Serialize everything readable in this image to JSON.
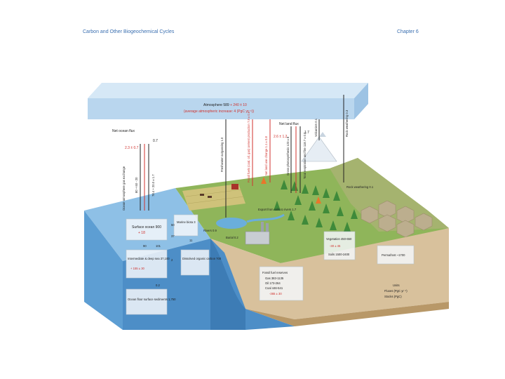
{
  "header": {
    "left": "Carbon and Other Biogeochemical Cycles",
    "right": "Chapter 6"
  },
  "atmosphere": {
    "line1": "Atmosphere 589",
    "line1_red": "+ 240 ± 10",
    "line2": "(average atmospheric increase: 4 (PgC yr⁻¹))"
  },
  "fluxes": {
    "net_ocean_flux": "Net ocean flux",
    "ocean_red": "2.3 ± 0.7",
    "ocean_black": "0.7",
    "ocean_atm_gas": "Ocean-atmosphere gas exchange",
    "ocean_up": "80 + 60 - 20",
    "ocean_down": "78.4 + 20.0 ± 1.7",
    "freshwater_outgassing": "Freshwater outgassing 1.0",
    "fossil_fuels": "Fossil fuels (coal, oil, gas) cement production 7.8 ± 0.6",
    "net_land_use": "Net land use change 1.1 ± 0.8",
    "net_land_flux": "Net land flux",
    "land_red": "2.6 ± 1.2",
    "land_black": "1.7",
    "gross_photosynthesis": "Gross photosynthesis 123 ± 8",
    "total_respiration": "Total respiration and fire 118.7 ± 0.0",
    "volcanism": "Volcanism 0.1",
    "rock_weathering": "Rock weathering 0.3",
    "rock_weathering_lower": "Rock weathering 0.1",
    "export_soils": "Export from soils to rivers 1.7",
    "burial": "Burial 0.2",
    "rivers": "Rivers 0.9"
  },
  "ocean": {
    "marine_biota": "Marine biota 3",
    "surface_ocean": "Surface ocean 900",
    "surface_red": "+ 18",
    "intermediate": "Intermediate & deep sea 37,100",
    "intermediate_red": "+ 155 ± 30",
    "dissolved_organic": "Dissolved organic carbon 700",
    "ocean_floor": "Ocean floor surface sediments 1,750",
    "f50": "50",
    "f37": "37",
    "f11": "11",
    "f90": "90",
    "f101": "101",
    "f2": "2",
    "f02": "0.2"
  },
  "land": {
    "vegetation": "Vegetation 450-650",
    "vegetation_red": "-30 ± 45",
    "soils": "Soils 1500-2400",
    "permafrost": "Permafrost ~1700",
    "fossil_reserves": "Fossil fuel reserves",
    "gas": "Gas 383-1135",
    "oil": "Oil 173-264",
    "coal": "Coal 446-541",
    "fossil_red": "-365 ± 30"
  },
  "units": {
    "line1": "Units",
    "line2": "Fluxes (PgC yr⁻¹)",
    "line3": "Stocks (PgC)"
  },
  "colors": {
    "header": "#3a6fb0",
    "red": "#d0312d",
    "atmosphere": "#b9d6ee",
    "ocean": "#5d9ed3",
    "land": "#b89868",
    "grass": "#8fb55a"
  }
}
